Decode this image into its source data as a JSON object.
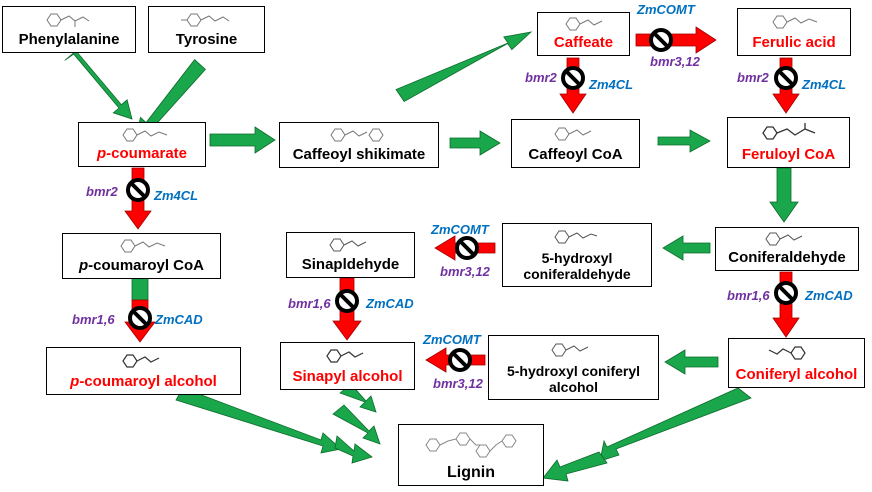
{
  "nodes": {
    "phenylalanine": "Phenylalanine",
    "tyrosine": "Tyrosine",
    "caffeate": "Caffeate",
    "ferulic_acid": "Ferulic acid",
    "p_coumarate_italic": "p",
    "p_coumarate_rest": "-coumarate",
    "caffeoyl_shikimate": "Caffeoyl shikimate",
    "caffeoyl_coa": "Caffeoyl CoA",
    "feruloyl_coa": "Feruloyl CoA",
    "p_coumaroyl_coa_italic": "p",
    "p_coumaroyl_coa_rest": "-coumaroyl CoA",
    "sinapaldehyde": "Sinapldehyde",
    "hydroxy_coniferaldehyde_line1": "5-hydroxyl",
    "hydroxy_coniferaldehyde_line2": "coniferaldehyde",
    "coniferaldehyde": "Coniferaldehyde",
    "p_coumaroyl_alcohol_italic": "p",
    "p_coumaroyl_alcohol_rest": "-coumaroyl alcohol",
    "sinapyl_alcohol": "Sinapyl alcohol",
    "hydroxy_coniferyl_line1": "5-hydroxyl coniferyl",
    "hydroxy_coniferyl_line2": "alcohol",
    "coniferyl_alcohol": "Coniferyl alcohol",
    "lignin": "Lignin"
  },
  "labels": {
    "zmcomt_top": "ZmCOMT",
    "bmr312_top": "bmr3,12",
    "bmr2_caffeate": "bmr2",
    "zm4cl_caffeate": "Zm4CL",
    "bmr2_ferulic": "bmr2",
    "zm4cl_ferulic": "Zm4CL",
    "bmr2_coumarate": "bmr2",
    "zm4cl_coumarate": "Zm4CL",
    "bmr16_coumaroyl": "bmr1,6",
    "zmcad_coumaroyl": "ZmCAD",
    "zmcomt_mid": "ZmCOMT",
    "bmr312_mid": "bmr3,12",
    "bmr16_sinap": "bmr1,6",
    "zmcad_sinap": "ZmCAD",
    "bmr16_conifer": "bmr1,6",
    "zmcad_conifer": "ZmCAD",
    "zmcomt_low": "ZmCOMT",
    "bmr312_low": "bmr3,12"
  },
  "colors": {
    "green_arrow": "#1aa64a",
    "red_arrow": "#ff0000",
    "mutant_text": "#7030a0",
    "gene_text": "#0070c0",
    "red_label": "#ff0000"
  }
}
